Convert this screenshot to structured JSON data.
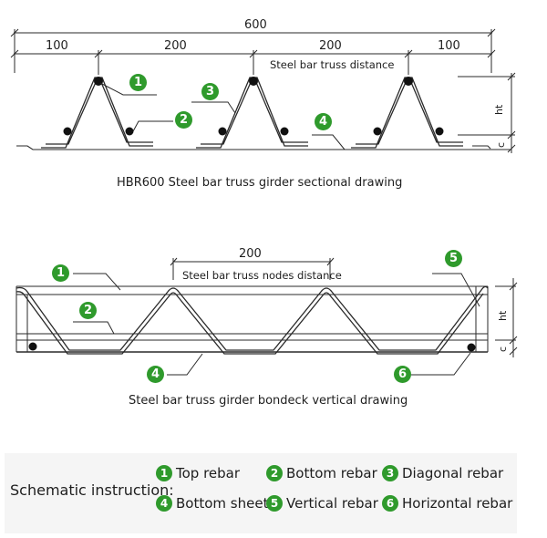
{
  "section_drawing": {
    "total_width_label": "600",
    "segments": [
      "100",
      "200",
      "200",
      "100"
    ],
    "distance_label": "Steel bar truss distance",
    "height_label": "ht",
    "cover_label": "c",
    "caption": "HBR600 Steel bar truss girder sectional drawing",
    "callouts": [
      "1",
      "2",
      "3",
      "4"
    ]
  },
  "vertical_drawing": {
    "node_distance_value": "200",
    "node_distance_label": "Steel bar truss nodes distance",
    "height_label": "ht",
    "cover_label": "c",
    "caption": "Steel bar truss girder bondeck vertical drawing",
    "callouts": [
      "1",
      "2",
      "4",
      "5",
      "6"
    ]
  },
  "legend": {
    "title": "Schematic instruction:",
    "items": [
      {
        "num": "1",
        "label": "Top rebar"
      },
      {
        "num": "2",
        "label": "Bottom rebar"
      },
      {
        "num": "3",
        "label": "Diagonal rebar"
      },
      {
        "num": "4",
        "label": "Bottom sheet"
      },
      {
        "num": "5",
        "label": "Vertical rebar"
      },
      {
        "num": "6",
        "label": "Horizontal rebar"
      }
    ]
  },
  "colors": {
    "badge": "#2f9a2c",
    "line": "#2a2a2a",
    "legend_bg": "#f5f5f5"
  }
}
